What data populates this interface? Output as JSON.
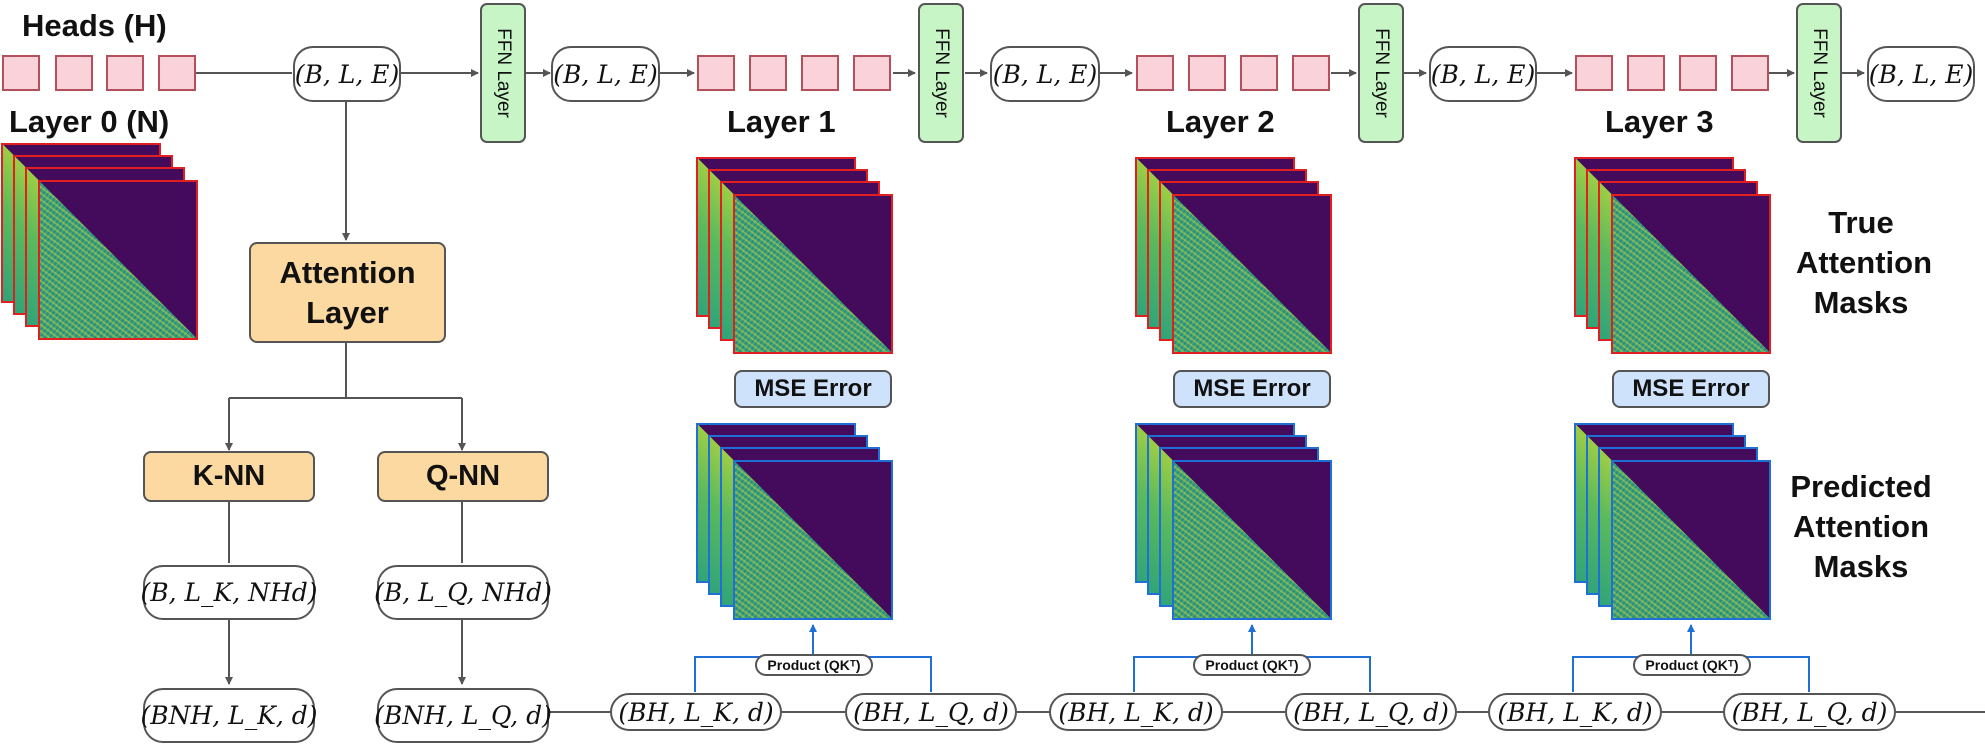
{
  "heads_title": "Heads (H)",
  "layer_titles": [
    "Layer 0 (N)",
    "Layer 1",
    "Layer 2",
    "Layer 3"
  ],
  "shape_top": "(B, L, E)",
  "ffn_label": "FFN Layer",
  "attention_label_lines": [
    "Attention",
    "Layer"
  ],
  "k_nn_label": "K-NN",
  "q_nn_label": "Q-NN",
  "k_shape_1": "(B, L_K, NHd)",
  "q_shape_1": "(B, L_Q, NHd)",
  "k_shape_2": "(BNH, L_K, d)",
  "q_shape_2": "(BNH, L_Q, d)",
  "bh_k_shape": "(BH, L_K, d)",
  "bh_q_shape": "(BH, L_Q, d)",
  "mse_label": "MSE Error",
  "product_label": "Product (QKᵀ)",
  "true_masks_lines": [
    "True",
    "Attention",
    "Masks"
  ],
  "predicted_masks_lines": [
    "Predicted",
    "Attention",
    "Masks"
  ],
  "colors": {
    "head_fill": "#f9d3d9",
    "ffn_fill": "#c8f5c6",
    "nn_fill": "#fcd9a1",
    "mse_fill": "#cfe2fb",
    "true_mask_border": "#e02020",
    "pred_mask_border": "#1f6fd6",
    "mask_dark": "#440a5c",
    "mask_light": "#5cba5c"
  }
}
